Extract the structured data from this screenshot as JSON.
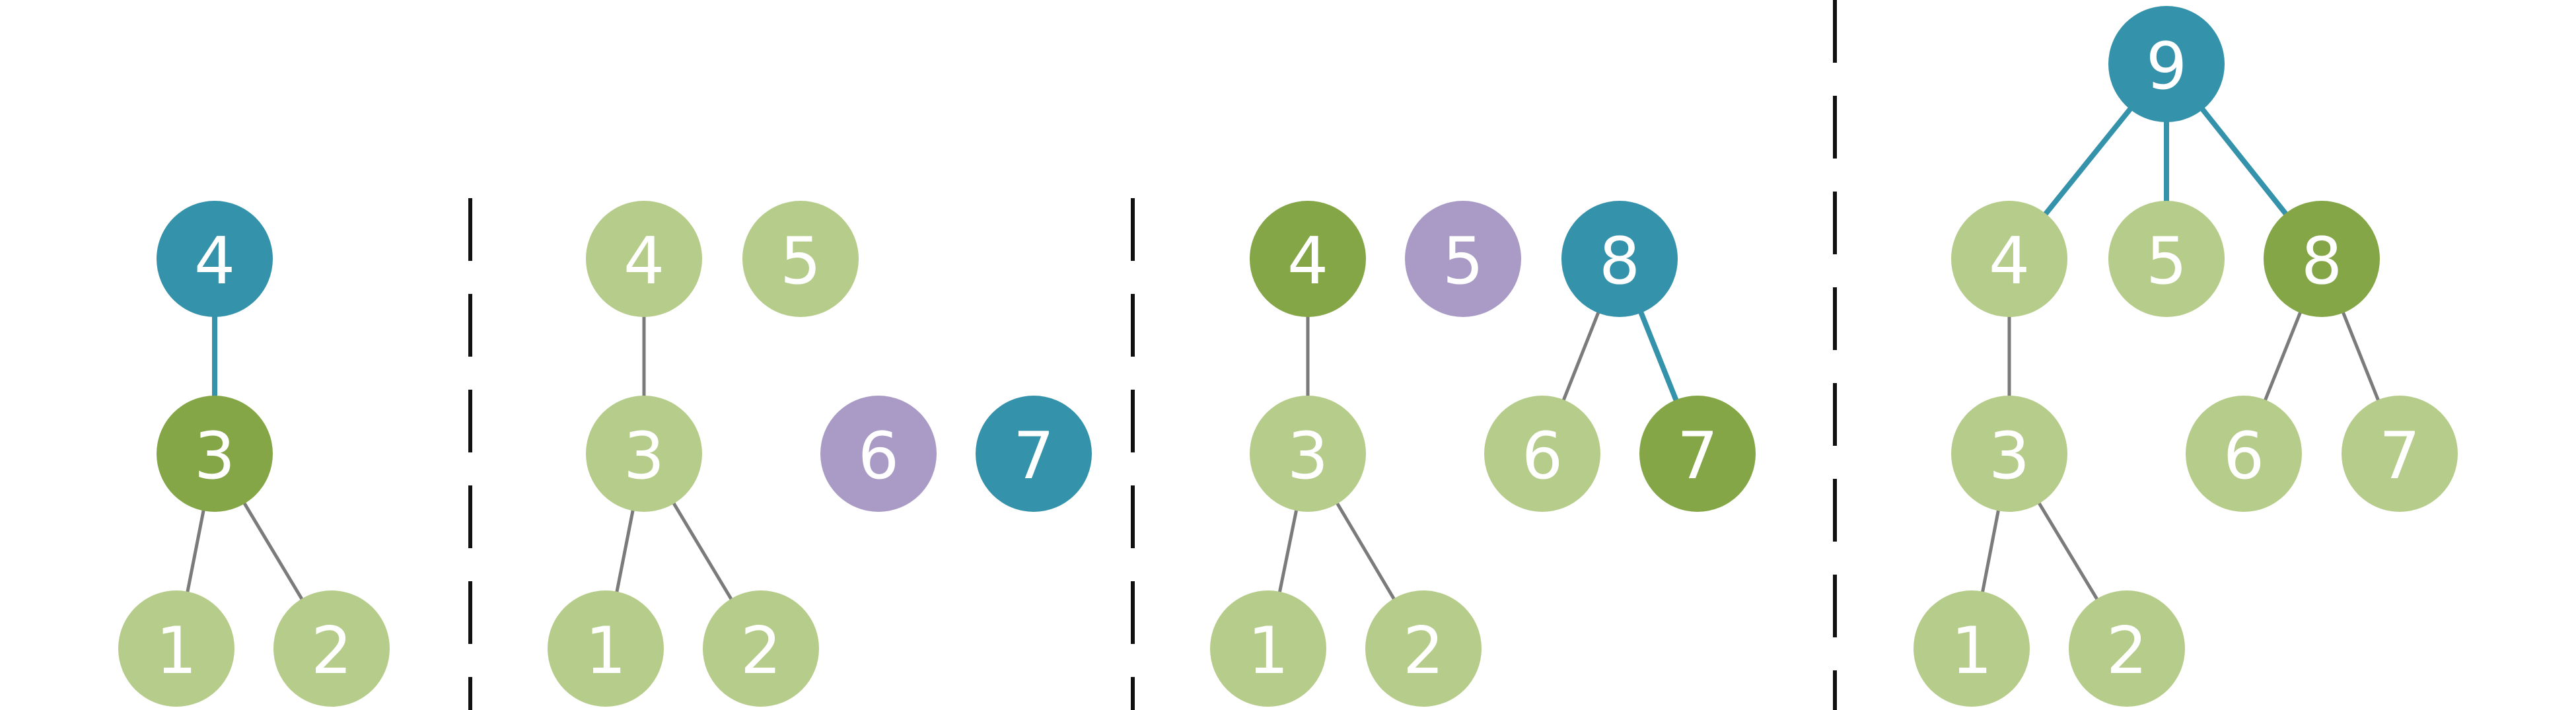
{
  "colors": {
    "light_green": "#b6cc8a",
    "dark_green": "#84a647",
    "teal": "#3592ab",
    "purple": "#a99bc5",
    "gray_edge": "#7b7b7b",
    "divider": "#111111"
  },
  "panels": [
    {
      "nodes": [
        {
          "id": "p1n4",
          "label": "4",
          "color": "teal"
        },
        {
          "id": "p1n3",
          "label": "3",
          "color": "dark_green"
        },
        {
          "id": "p1n1",
          "label": "1",
          "color": "light_green"
        },
        {
          "id": "p1n2",
          "label": "2",
          "color": "light_green"
        }
      ],
      "edges": [
        {
          "from": "p1n4",
          "to": "p1n3",
          "color": "teal"
        },
        {
          "from": "p1n3",
          "to": "p1n1",
          "color": "gray_edge"
        },
        {
          "from": "p1n3",
          "to": "p1n2",
          "color": "gray_edge"
        }
      ]
    },
    {
      "nodes": [
        {
          "id": "p2n4",
          "label": "4",
          "color": "light_green"
        },
        {
          "id": "p2n5",
          "label": "5",
          "color": "light_green"
        },
        {
          "id": "p2n3",
          "label": "3",
          "color": "light_green"
        },
        {
          "id": "p2n6",
          "label": "6",
          "color": "purple"
        },
        {
          "id": "p2n7",
          "label": "7",
          "color": "teal"
        },
        {
          "id": "p2n1",
          "label": "1",
          "color": "light_green"
        },
        {
          "id": "p2n2",
          "label": "2",
          "color": "light_green"
        }
      ],
      "edges": [
        {
          "from": "p2n4",
          "to": "p2n3",
          "color": "gray_edge"
        },
        {
          "from": "p2n3",
          "to": "p2n1",
          "color": "gray_edge"
        },
        {
          "from": "p2n3",
          "to": "p2n2",
          "color": "gray_edge"
        }
      ]
    },
    {
      "nodes": [
        {
          "id": "p3n4",
          "label": "4",
          "color": "dark_green"
        },
        {
          "id": "p3n5",
          "label": "5",
          "color": "purple"
        },
        {
          "id": "p3n8",
          "label": "8",
          "color": "teal"
        },
        {
          "id": "p3n3",
          "label": "3",
          "color": "light_green"
        },
        {
          "id": "p3n6",
          "label": "6",
          "color": "light_green"
        },
        {
          "id": "p3n7",
          "label": "7",
          "color": "dark_green"
        },
        {
          "id": "p3n1",
          "label": "1",
          "color": "light_green"
        },
        {
          "id": "p3n2",
          "label": "2",
          "color": "light_green"
        }
      ],
      "edges": [
        {
          "from": "p3n4",
          "to": "p3n3",
          "color": "gray_edge"
        },
        {
          "from": "p3n8",
          "to": "p3n6",
          "color": "gray_edge"
        },
        {
          "from": "p3n8",
          "to": "p3n7",
          "color": "teal"
        },
        {
          "from": "p3n3",
          "to": "p3n1",
          "color": "gray_edge"
        },
        {
          "from": "p3n3",
          "to": "p3n2",
          "color": "gray_edge"
        }
      ]
    },
    {
      "nodes": [
        {
          "id": "p4n9",
          "label": "9",
          "color": "teal"
        },
        {
          "id": "p4n4",
          "label": "4",
          "color": "light_green"
        },
        {
          "id": "p4n5",
          "label": "5",
          "color": "light_green"
        },
        {
          "id": "p4n8",
          "label": "8",
          "color": "dark_green"
        },
        {
          "id": "p4n3",
          "label": "3",
          "color": "light_green"
        },
        {
          "id": "p4n6",
          "label": "6",
          "color": "light_green"
        },
        {
          "id": "p4n7",
          "label": "7",
          "color": "light_green"
        },
        {
          "id": "p4n1",
          "label": "1",
          "color": "light_green"
        },
        {
          "id": "p4n2",
          "label": "2",
          "color": "light_green"
        }
      ],
      "edges": [
        {
          "from": "p4n9",
          "to": "p4n4",
          "color": "teal"
        },
        {
          "from": "p4n9",
          "to": "p4n5",
          "color": "teal"
        },
        {
          "from": "p4n9",
          "to": "p4n8",
          "color": "teal"
        },
        {
          "from": "p4n4",
          "to": "p4n3",
          "color": "gray_edge"
        },
        {
          "from": "p4n8",
          "to": "p4n6",
          "color": "gray_edge"
        },
        {
          "from": "p4n8",
          "to": "p4n7",
          "color": "gray_edge"
        },
        {
          "from": "p4n3",
          "to": "p4n1",
          "color": "gray_edge"
        },
        {
          "from": "p4n3",
          "to": "p4n2",
          "color": "gray_edge"
        }
      ]
    }
  ]
}
